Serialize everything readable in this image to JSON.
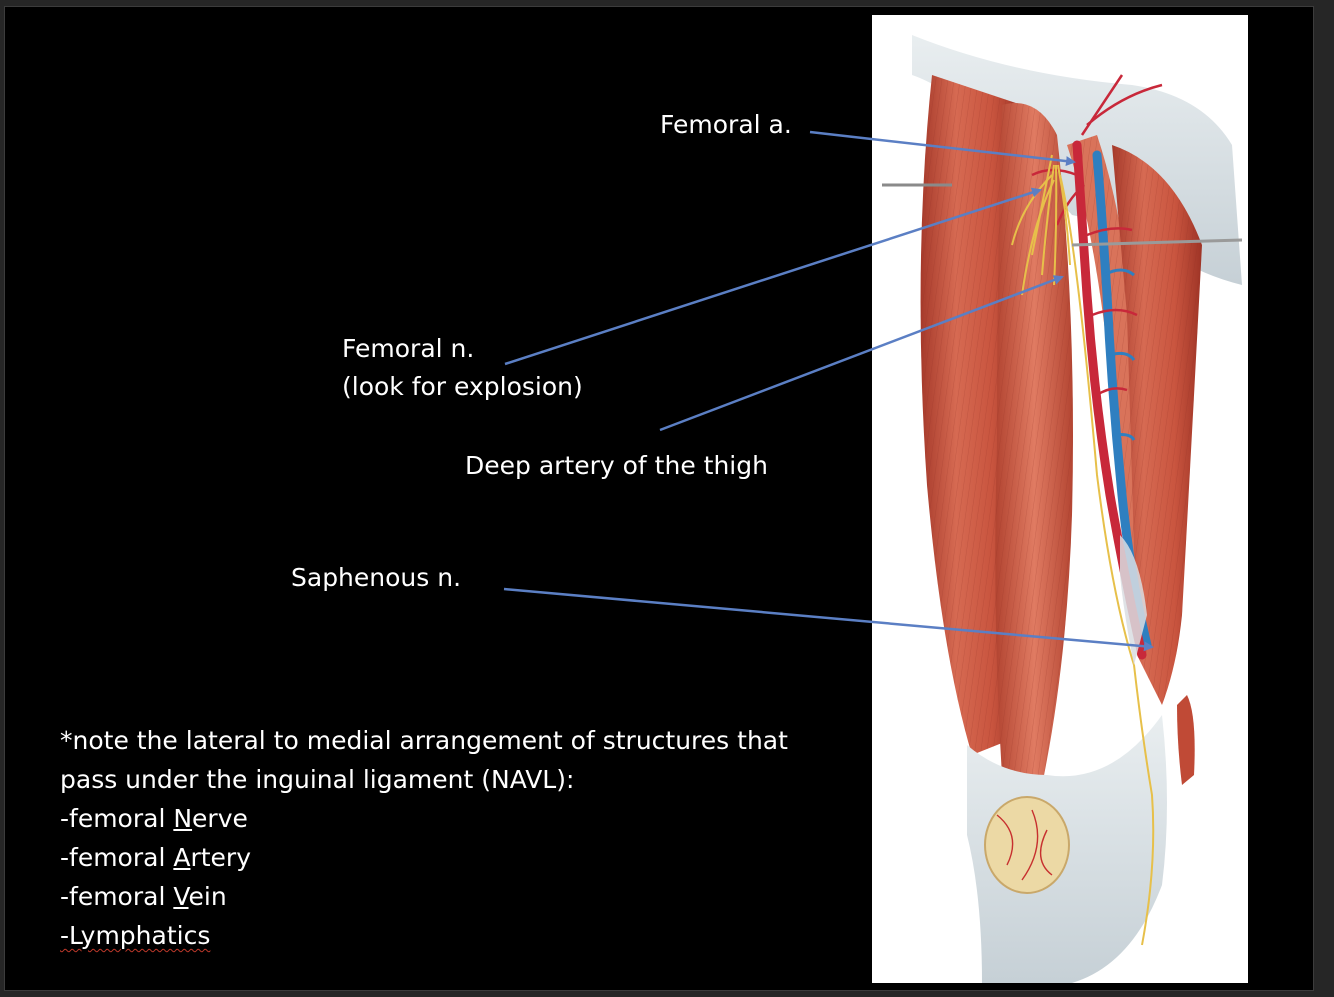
{
  "slide": {
    "labels": {
      "femoral_a": "Femoral a.",
      "femoral_n_line1": "Femoral n.",
      "femoral_n_line2": "(look for explosion)",
      "deep_artery": "Deep artery of the thigh",
      "saphenous_n": "Saphenous n."
    },
    "note": {
      "line1": "*note the lateral to medial arrangement of structures that",
      "line2": "pass under the inguinal ligament (NAVL):",
      "items": [
        {
          "prefix": "-femoral ",
          "letter": "N",
          "rest": "erve"
        },
        {
          "prefix": "-femoral ",
          "letter": "A",
          "rest": "rtery"
        },
        {
          "prefix": "-femoral ",
          "letter": "V",
          "rest": "ein"
        }
      ],
      "last_item": "-Lymphatics"
    }
  },
  "colors": {
    "background": "#000000",
    "text": "#ffffff",
    "arrow": "#5b7fc4",
    "artery": "#c8283a",
    "vein": "#2f7fc0",
    "nerve": "#e7c04a",
    "muscle": "#c8513d"
  }
}
